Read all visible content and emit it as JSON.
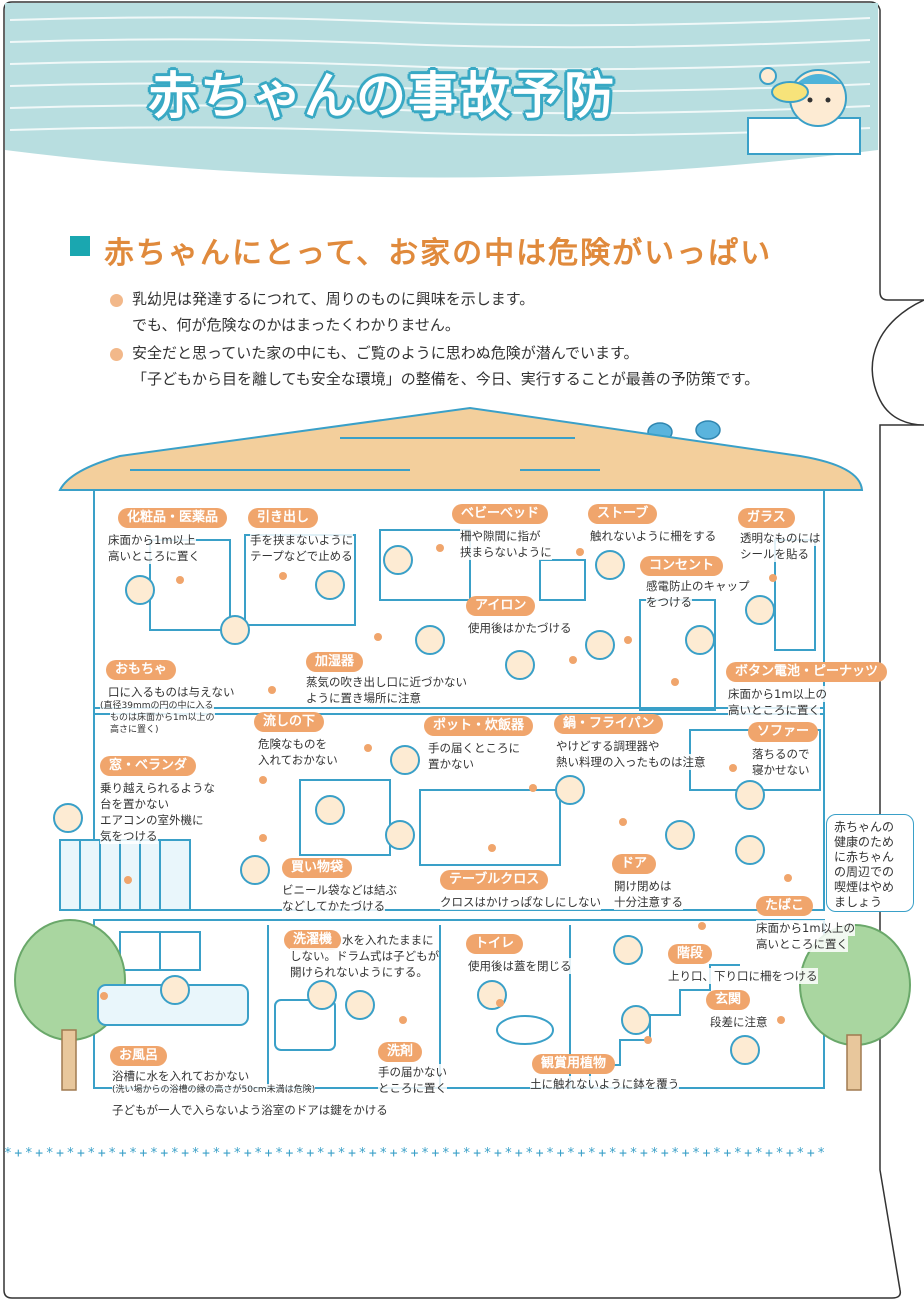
{
  "header": {
    "title": "赤ちゃんの事故予防"
  },
  "intro": {
    "subtitle": "赤ちゃんにとって、お家の中は危険がいっぱい",
    "bullet1_line1": "乳幼児は発達するにつれて、周りのものに興味を示します。",
    "bullet1_line2": "でも、何が危険なのかはまったくわかりません。",
    "bullet2_line1": "安全だと思っていた家の中にも、ご覧のように思わぬ危険が潜んでいます。",
    "bullet2_line2": "「子どもから目を離しても安全な環境」の整備を、今日、実行することが最善の予防策です。"
  },
  "items": {
    "cosmetics": {
      "label": "化粧品・医薬品",
      "desc1": "床面から1m以上",
      "desc2": "高いところに置く"
    },
    "drawer": {
      "label": "引き出し",
      "desc1": "手を挟まないように",
      "desc2": "テープなどで止める"
    },
    "babybed": {
      "label": "ベビーベッド",
      "desc1": "柵や隙間に指が",
      "desc2": "挟まらないように"
    },
    "stove": {
      "label": "ストーブ",
      "desc1": "触れないように柵をする"
    },
    "glass": {
      "label": "ガラス",
      "desc1": "透明なものには",
      "desc2": "シールを貼る"
    },
    "outlet": {
      "label": "コンセント",
      "desc1": "感電防止のキャップ",
      "desc2": "をつける"
    },
    "iron": {
      "label": "アイロン",
      "desc1": "使用後はかたづける"
    },
    "humidifier": {
      "label": "加湿器",
      "desc1": "蒸気の吹き出し口に近づかない",
      "desc2": "ように置き場所に注意"
    },
    "toys": {
      "label": "おもちゃ",
      "desc1": "口に入るものは与えない",
      "desc2": "(直径39mmの円の中に入る",
      "desc3": "ものは床面から1m以上の",
      "desc4": "高さに置く)"
    },
    "battery": {
      "label": "ボタン電池・ピーナッツ",
      "desc1": "床面から1m以上の",
      "desc2": "高いところに置く"
    },
    "sink": {
      "label": "流しの下",
      "desc1": "危険なものを",
      "desc2": "入れておかない"
    },
    "pot": {
      "label": "ポット・炊飯器",
      "desc1": "手の届くところに",
      "desc2": "置かない"
    },
    "pan": {
      "label": "鍋・フライパン",
      "desc1": "やけどする調理器や",
      "desc2": "熱い料理の入ったものは注意"
    },
    "sofa": {
      "label": "ソファー",
      "desc1": "落ちるので",
      "desc2": "寝かせない"
    },
    "veranda": {
      "label": "窓・ベランダ",
      "desc1": "乗り越えられるような",
      "desc2": "台を置かない",
      "desc3": "エアコンの室外機に",
      "desc4": "気をつける"
    },
    "bag": {
      "label": "買い物袋",
      "desc1": "ビニール袋などは結ぶ",
      "desc2": "などしてかたづける"
    },
    "tablecloth": {
      "label": "テーブルクロス",
      "desc1": "クロスはかけっぱなしにしない"
    },
    "door": {
      "label": "ドア",
      "desc1": "開け閉めは",
      "desc2": "十分注意する"
    },
    "tobacco": {
      "label": "たばこ",
      "desc1": "床面から1m以上の",
      "desc2": "高いところに置く"
    },
    "smoke_note": "赤ちゃんの\n健康のため\nに赤ちゃん\nの周辺での\n喫煙はやめ\nましょう",
    "washer": {
      "label": "洗濯機",
      "desc1": "水を入れたままに",
      "desc2": "しない。ドラム式は子どもが",
      "desc3": "開けられないようにする。"
    },
    "toilet": {
      "label": "トイレ",
      "desc1": "使用後は蓋を閉じる"
    },
    "stairs": {
      "label": "階段",
      "desc1": "上り口、下り口に柵をつける"
    },
    "entrance": {
      "label": "玄関",
      "desc1": "段差に注意"
    },
    "bath": {
      "label": "お風呂",
      "desc1": "浴槽に水を入れておかない",
      "desc2": "(洗い場からの浴槽の縁の高さが50cm未満は危険)",
      "desc3": "子どもが一人で入らないよう浴室のドアは鍵をかける"
    },
    "detergent": {
      "label": "洗剤",
      "desc1": "手の届かない",
      "desc2": "ところに置く"
    },
    "plant": {
      "label": "観賞用植物",
      "desc1": "土に触れないように鉢を覆う"
    }
  },
  "footer": {
    "cross_pattern": "*+*+*+*+*+*+*+*+*+*+*+*+*+*+*+*+*+*+*+*+*+*+*+*+*+*+*+*+*+*+*+*+*+*+*+*+*+*+*+*"
  },
  "colors": {
    "accent_blue": "#3aa0c8",
    "header_band": "#b8dee0",
    "roof": "#f3cf9c",
    "label_orange": "#f0a56c",
    "subtitle_orange": "#e08a3c",
    "teal_square": "#1aa7b0",
    "tree_green": "#a9d6a0"
  }
}
